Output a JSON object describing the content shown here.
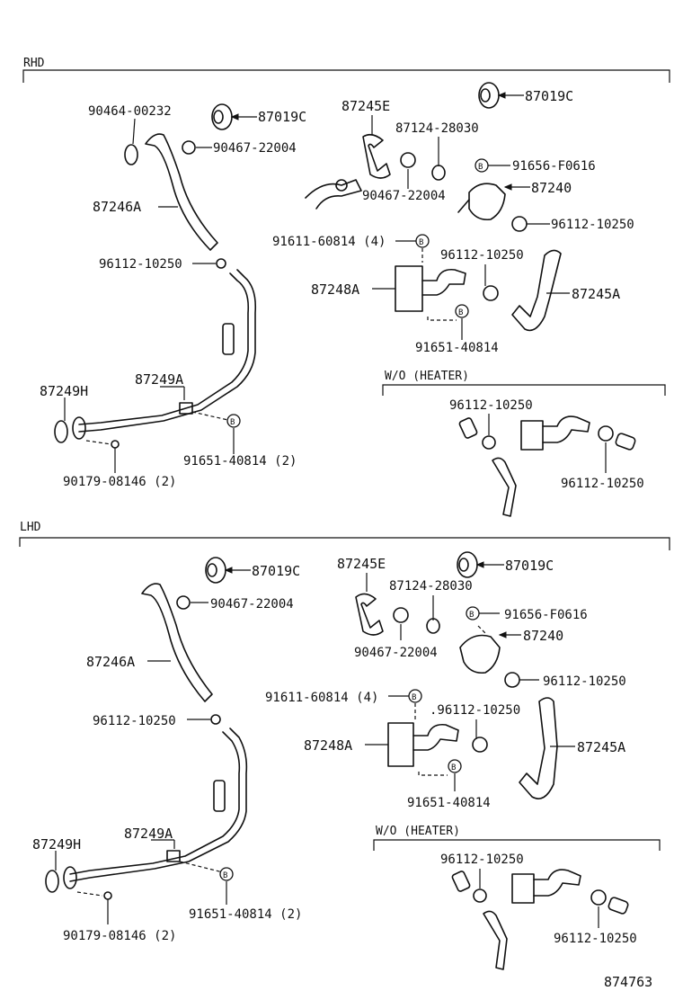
{
  "sections": {
    "rhd": "RHD",
    "lhd": "LHD",
    "wo_heater_rhd": "W/O  (HEATER)",
    "wo_heater_lhd": "W/O  (HEATER)"
  },
  "bolt_symbol": "B",
  "rhd_labels": {
    "p90464_00232": "90464-00232",
    "p87019c_left": "87019C",
    "p90467_22004_left": "90467-22004",
    "p87246a": "87246A",
    "p96112_10250_left": "96112-10250",
    "p87249h": "87249H",
    "p87249a": "87249A",
    "p91651_40814_2": "91651-40814 (2)",
    "p90179_08146_2": "90179-08146 (2)",
    "p87245e": "87245E",
    "p87019c_right": "87019C",
    "p87124_28030": "87124-28030",
    "p91656_f0616": "91656-F0616",
    "p87240": "87240",
    "p90467_22004_right": "90467-22004",
    "p96112_10250_a": "96112-10250",
    "p91611_60814_4": "91611-60814 (4)",
    "p96112_10250_b": "96112-10250",
    "p87248a": "87248A",
    "p87245a": "87245A",
    "p91651_40814": "91651-40814",
    "p96112_10250_woh_top": "96112-10250",
    "p96112_10250_woh_bottom": "96112-10250"
  },
  "lhd_labels": {
    "p87019c_left": "87019C",
    "p90467_22004_left": "90467-22004",
    "p87246a": "87246A",
    "p96112_10250_left": "96112-10250",
    "p87249h": "87249H",
    "p87249a": "87249A",
    "p91651_40814_2": "91651-40814 (2)",
    "p90179_08146_2": "90179-08146 (2)",
    "p87245e": "87245E",
    "p87019c_right": "87019C",
    "p87124_28030": "87124-28030",
    "p91656_f0616": "91656-F0616",
    "p87240": "87240",
    "p90467_22004_right": "90467-22004",
    "p96112_10250_a": "96112-10250",
    "p91611_60814_4": "91611-60814 (4)",
    "p96112_10250_b": ".96112-10250",
    "p87248a": "87248A",
    "p87245a": "87245A",
    "p91651_40814": "91651-40814",
    "p96112_10250_woh_top": "96112-10250",
    "p96112_10250_woh_bottom": "96112-10250"
  },
  "figure_number": "874763"
}
